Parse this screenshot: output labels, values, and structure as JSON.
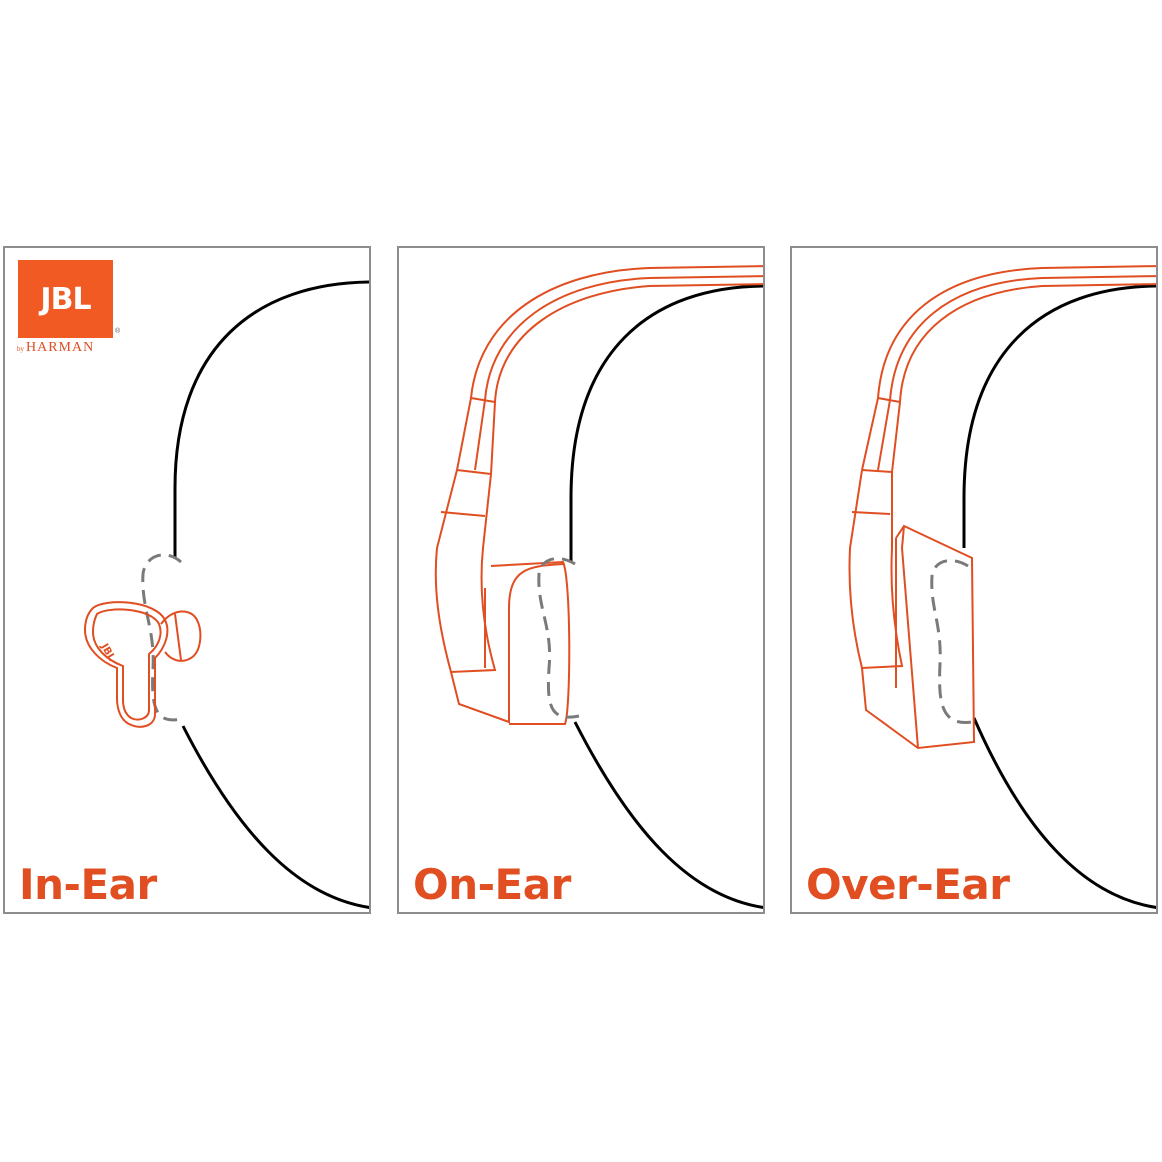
{
  "logo": {
    "brand": "JBL",
    "by": "by",
    "parent": "HARMAN",
    "registered": "®",
    "color": "#f15a22"
  },
  "panels": [
    {
      "id": "in-ear",
      "label": "In-Ear"
    },
    {
      "id": "on-ear",
      "label": "On-Ear"
    },
    {
      "id": "over-ear",
      "label": "Over-Ear"
    }
  ],
  "earbud_logo": "JBL",
  "colors": {
    "accent": "#e04e22",
    "outline": "#000000",
    "dashed_ear": "#7a7a7a",
    "border": "#8d8d8d"
  }
}
